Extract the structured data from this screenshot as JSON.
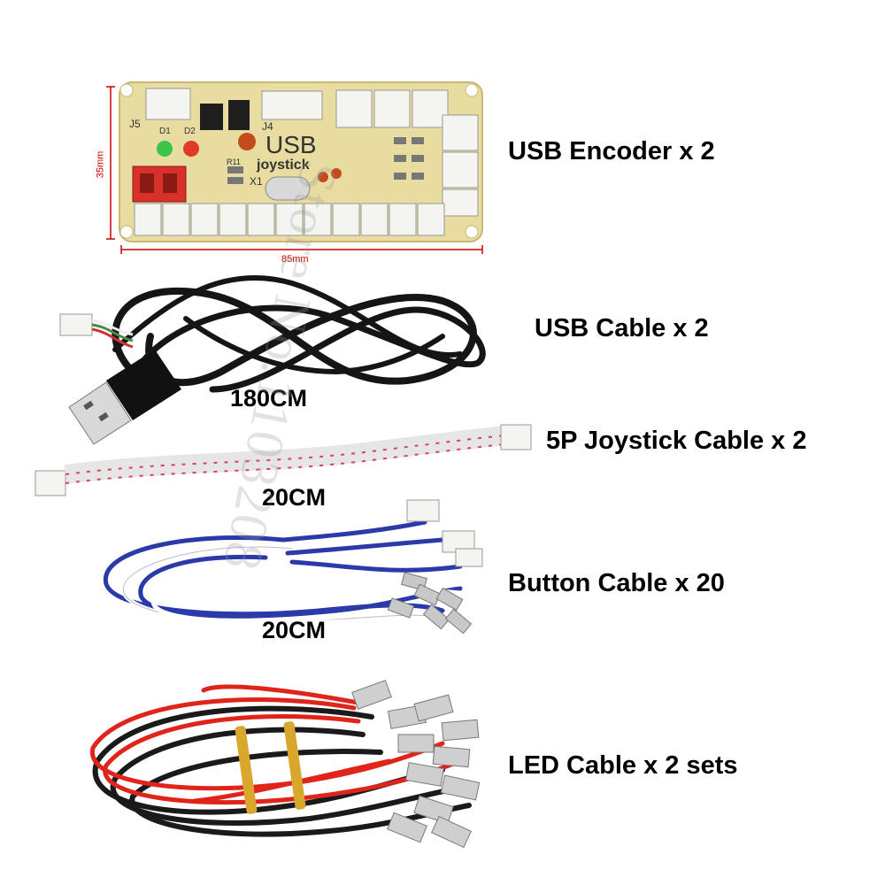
{
  "items": [
    {
      "label": "USB Encoder x 2"
    },
    {
      "label": "USB Cable x 2",
      "length": "180CM"
    },
    {
      "label": "5P Joystick Cable x 2",
      "length": "20CM"
    },
    {
      "label": "Button Cable x 20",
      "length": "20CM"
    },
    {
      "label": "LED Cable x 2 sets"
    }
  ],
  "pcb": {
    "title": "USB",
    "subtitle": "joystick",
    "width_label": "85mm",
    "height_label": "35mm",
    "refs": {
      "j5": "J5",
      "j4": "J4",
      "d1": "D1",
      "d2": "D2",
      "x1": "X1",
      "r11": "R11"
    }
  },
  "watermark": "Store No.1103208",
  "colors": {
    "pcb": "#e8dca0",
    "pcb_edge": "#c9b873",
    "dimension": "#cc0000",
    "button_wire_blue": "#2a3aa8",
    "led_wire_red": "#e0241a",
    "led_wire_black": "#1a1a1a",
    "ribbon_red": "#d94060"
  }
}
